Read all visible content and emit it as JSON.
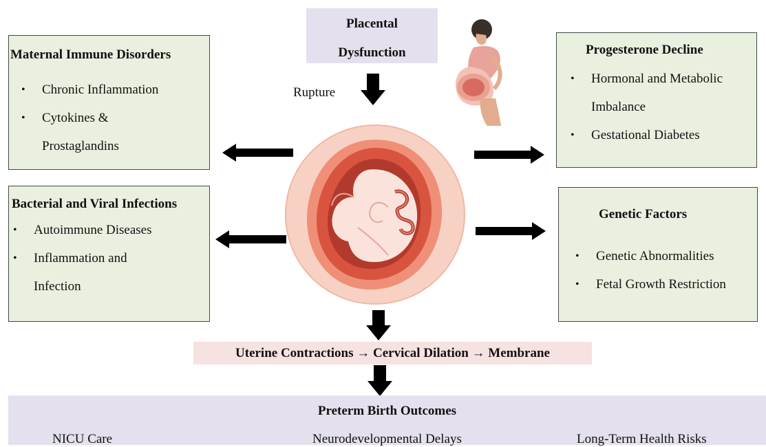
{
  "placental": {
    "line1": "Placental",
    "line2": "Dysfunction"
  },
  "rupture_label": "Rupture",
  "maternal": {
    "title": "Maternal Immune Disorders",
    "items": [
      "Chronic Inflammation",
      "Cytokines &",
      "Prostaglandins"
    ]
  },
  "bacterial": {
    "title": "Bacterial and Viral Infections",
    "items": [
      "Autoimmune Diseases",
      "Inflammation and",
      "Infection"
    ]
  },
  "progesterone": {
    "title": "Progesterone Decline",
    "items": [
      "Hormonal and Metabolic",
      "Imbalance",
      "Gestational Diabetes"
    ]
  },
  "genetic": {
    "title": "Genetic Factors",
    "items": [
      "Genetic Abnormalities",
      "Fetal Growth Restriction"
    ]
  },
  "process": "Uterine Contractions → Cervical Dilation → Membrane",
  "outcomes": {
    "title": "Preterm Birth Outcomes",
    "items": [
      "NICU Care",
      "Neurodevelopmental Delays",
      "Long-Term Health Risks"
    ]
  },
  "colors": {
    "box_fill": "#eaf0df",
    "box_border": "#3d4a44",
    "lavender": "#e4e0ee",
    "pink": "#f6e2e1",
    "arrow": "#000000"
  }
}
